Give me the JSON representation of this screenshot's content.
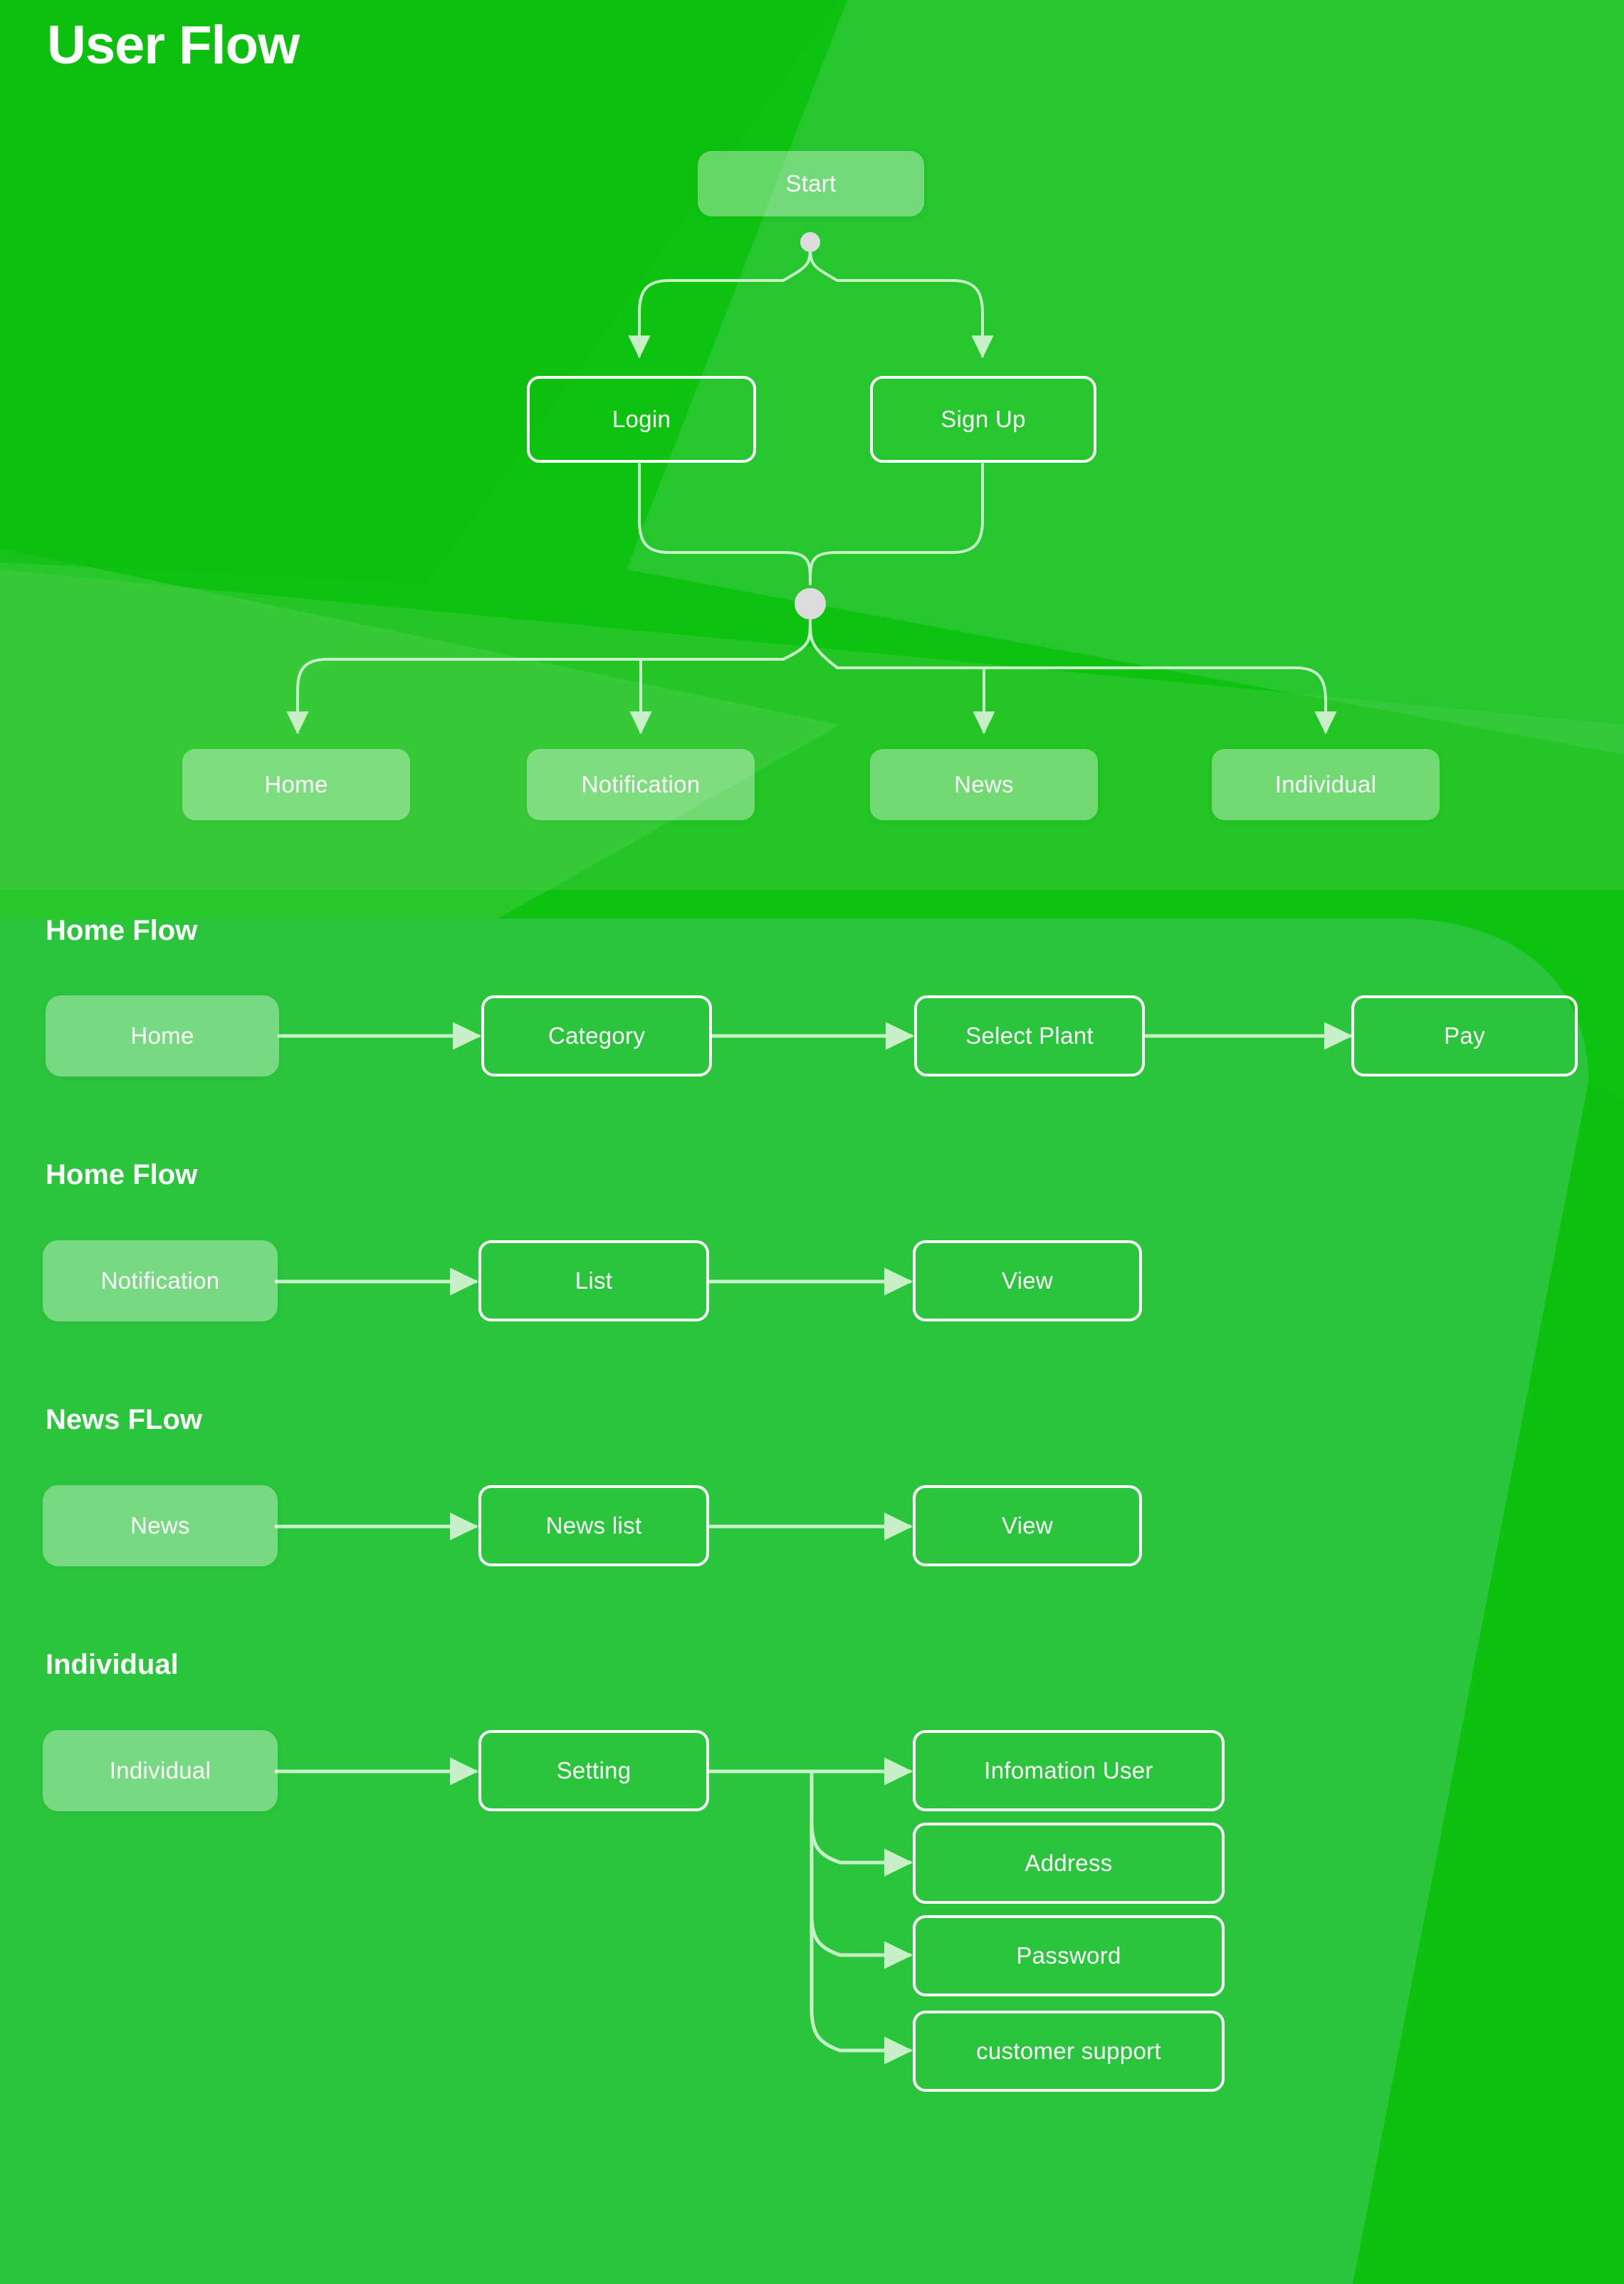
{
  "page": {
    "title": "User Flow",
    "background_color": "#0ec310",
    "accent_panel_color": "#2ec541",
    "node_fill_color": "rgba(255,255,255,0.36)",
    "node_border_color": "#ffffff",
    "connector_color": "#c8f0c8",
    "junction_color": "#dcdcdc"
  },
  "main_flow": {
    "start": {
      "label": "Start"
    },
    "auth": [
      {
        "label": "Login"
      },
      {
        "label": "Sign Up"
      }
    ],
    "tabs": [
      {
        "label": "Home"
      },
      {
        "label": "Notification"
      },
      {
        "label": "News"
      },
      {
        "label": "Individual"
      }
    ]
  },
  "sections": [
    {
      "heading": "Home Flow",
      "steps": [
        {
          "label": "Home",
          "style": "solid"
        },
        {
          "label": "Category",
          "style": "outline"
        },
        {
          "label": "Select Plant",
          "style": "outline"
        },
        {
          "label": "Pay",
          "style": "outline"
        }
      ]
    },
    {
      "heading": "Home Flow",
      "steps": [
        {
          "label": "Notification",
          "style": "solid"
        },
        {
          "label": "List",
          "style": "outline"
        },
        {
          "label": "View",
          "style": "outline"
        }
      ]
    },
    {
      "heading": "News FLow",
      "steps": [
        {
          "label": "News",
          "style": "solid"
        },
        {
          "label": "News list",
          "style": "outline"
        },
        {
          "label": "View",
          "style": "outline"
        }
      ]
    },
    {
      "heading": "Individual",
      "steps": [
        {
          "label": "Individual",
          "style": "solid"
        },
        {
          "label": "Setting",
          "style": "outline"
        }
      ],
      "branches": [
        {
          "label": "Infomation User",
          "style": "outline"
        },
        {
          "label": "Address",
          "style": "outline"
        },
        {
          "label": "Password",
          "style": "outline"
        },
        {
          "label": "customer support",
          "style": "outline"
        }
      ]
    }
  ],
  "chart_data": {
    "type": "diagram",
    "title": "User Flow",
    "nodes": [
      "Start",
      "Login",
      "Sign Up",
      "Home",
      "Notification",
      "News",
      "Individual",
      "Category",
      "Select Plant",
      "Pay",
      "List",
      "View",
      "News list",
      "Setting",
      "Infomation User",
      "Address",
      "Password",
      "customer support"
    ],
    "edges": [
      [
        "Start",
        "Login"
      ],
      [
        "Start",
        "Sign Up"
      ],
      [
        "Login",
        "junction"
      ],
      [
        "Sign Up",
        "junction"
      ],
      [
        "junction",
        "Home"
      ],
      [
        "junction",
        "Notification"
      ],
      [
        "junction",
        "News"
      ],
      [
        "junction",
        "Individual"
      ],
      [
        "Home",
        "Category"
      ],
      [
        "Category",
        "Select Plant"
      ],
      [
        "Select Plant",
        "Pay"
      ],
      [
        "Notification",
        "List"
      ],
      [
        "List",
        "View"
      ],
      [
        "News",
        "News list"
      ],
      [
        "News list",
        "View"
      ],
      [
        "Individual",
        "Setting"
      ],
      [
        "Setting",
        "Infomation User"
      ],
      [
        "Setting",
        "Address"
      ],
      [
        "Setting",
        "Password"
      ],
      [
        "Setting",
        "customer support"
      ]
    ]
  }
}
